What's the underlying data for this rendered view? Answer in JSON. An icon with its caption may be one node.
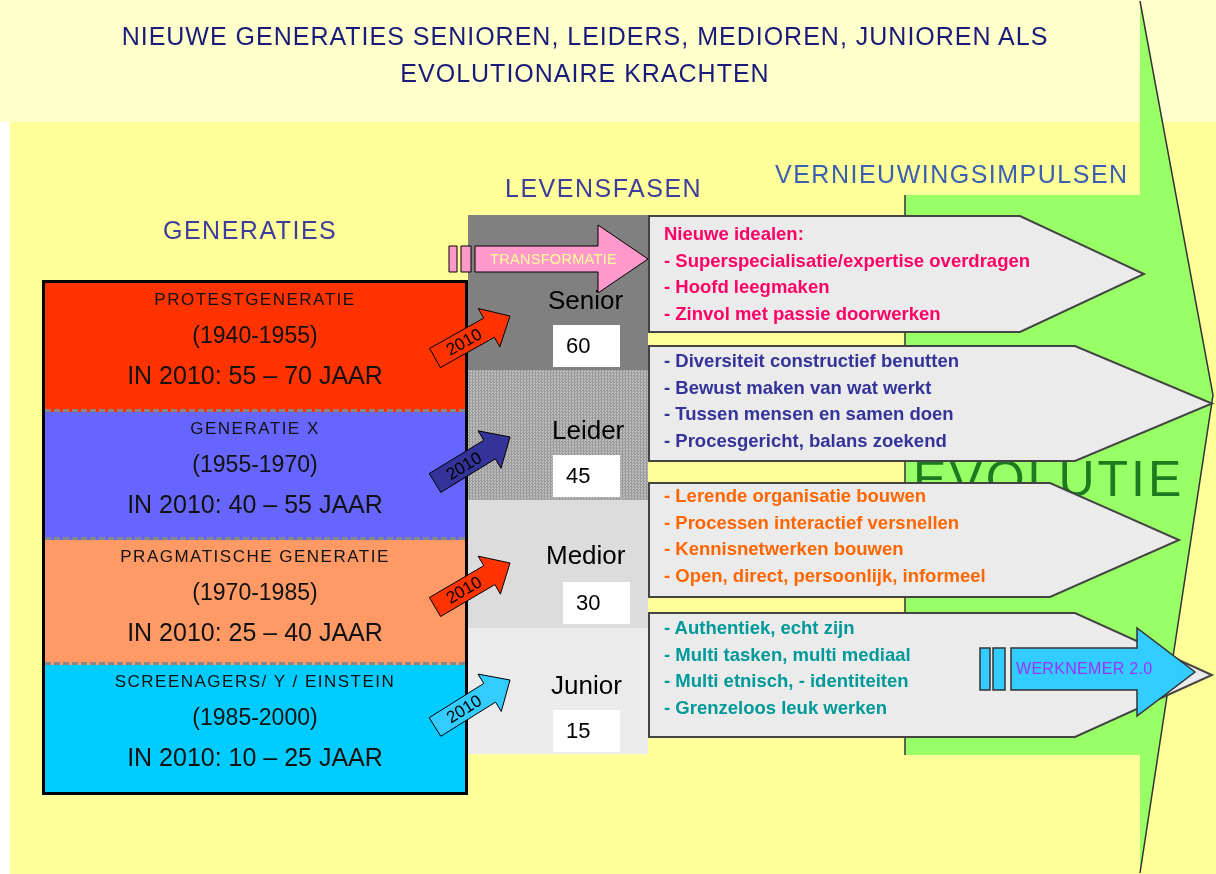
{
  "diagram": {
    "title": "NIEUWE GENERATIES SENIOREN, LEIDERS, MEDIOREN, JUNIOREN ALS EVOLUTIONAIRE KRACHTEN",
    "nodes": [
      {
        "text": [
          "PROTESTGENERATIE",
          "(1940-1955)",
          "IN 2010: 55 – 70 JAAR"
        ]
      },
      {
        "text": [
          "GENERATIE X",
          "(1955-1970)",
          "IN 2010: 40 – 55 JAAR"
        ]
      },
      {
        "text": [
          "PRAGMATISCHE GENERATIE",
          "(1970-1985)",
          "IN 2010: 25 – 40 JAAR"
        ]
      },
      {
        "text": [
          "SCREENAGERS/  Y / EINSTEIN",
          "(1985-2000)",
          "IN 2010: 10 – 25 JAAR"
        ]
      },
      {
        "text": [
          "Senior",
          "60"
        ]
      },
      {
        "text": [
          "Leider",
          "45"
        ]
      },
      {
        "text": [
          "Medior",
          "30"
        ]
      },
      {
        "text": [
          "Junior",
          "15"
        ]
      },
      {
        "text": [
          "Nieuwe idealen:",
          "- Superspecialisatie/expertise overdragen",
          "- Hoofd leegmaken",
          "- Zinvol met passie doorwerken"
        ]
      },
      {
        "text": [
          "- Diversiteit constructief benutten",
          "- Bewust maken van wat werkt",
          "- Tussen mensen en samen doen",
          "- Procesgericht, balans zoekend"
        ]
      },
      {
        "text": [
          "- Lerende organisatie bouwen",
          "- Processen interactief versnellen",
          "- Kennisnetwerken bouwen",
          "- Open, direct, persoonlijk, informeel"
        ]
      },
      {
        "text": [
          "-  Authentiek, echt zijn",
          "- Multi tasken, multi mediaal",
          "- Multi etnisch, - identiteiten",
          "- Grenzeloos leuk werken"
        ]
      },
      {
        "text": [
          "WERKNEMER 2.0"
        ]
      },
      {
        "text": [
          "EVOLUTIE"
        ]
      }
    ],
    "edges": [
      {
        "from": 0,
        "to": 4,
        "arrow": "to",
        "label": "2010",
        "style": "thick",
        "color": "#ff3300"
      },
      {
        "from": 1,
        "to": 5,
        "arrow": "to",
        "label": "2010",
        "style": "thick",
        "color": "#333399"
      },
      {
        "from": 2,
        "to": 6,
        "arrow": "to",
        "label": "2010",
        "style": "thick",
        "color": "#ff3300"
      },
      {
        "from": 3,
        "to": 7,
        "arrow": "to",
        "label": "2010",
        "style": "thick",
        "color": "#33ccff"
      },
      {
        "from": null,
        "to": 8,
        "arrow": "to",
        "label": "TRANSFORMATIE",
        "style": "thick",
        "color": "#ff99cc"
      }
    ],
    "labels": [
      "VERNIEUWINGSIMPULSEN",
      "LEVENSFASEN",
      "GENERATIES"
    ]
  }
}
